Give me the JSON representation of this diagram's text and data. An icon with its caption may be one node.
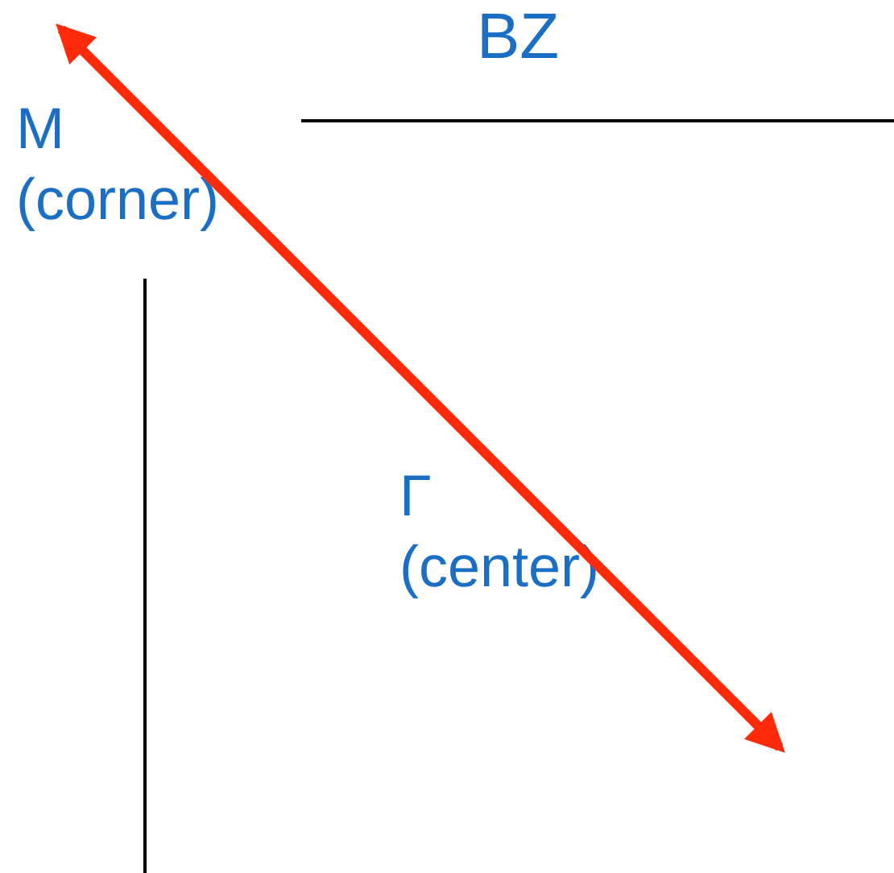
{
  "diagram": {
    "title": "BZ",
    "labels": [
      "M (corner)",
      "Γ (center)"
    ]
  }
}
